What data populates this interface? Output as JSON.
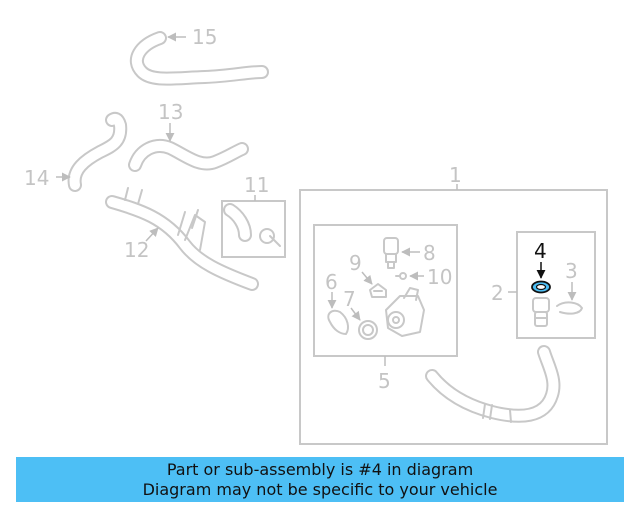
{
  "callouts": {
    "c1": "1",
    "c2": "2",
    "c3": "3",
    "c4": "4",
    "c5": "5",
    "c6": "6",
    "c7": "7",
    "c8": "8",
    "c9": "9",
    "c10": "10",
    "c11": "11",
    "c12": "12",
    "c13": "13",
    "c14": "14",
    "c15": "15"
  },
  "highlight": {
    "part": "4",
    "color": "#4dbff5"
  },
  "banner": {
    "line1": "Part or sub-assembly is #4 in diagram",
    "line2": "Diagram may not be specific to your vehicle",
    "background": "#4dbff5"
  }
}
